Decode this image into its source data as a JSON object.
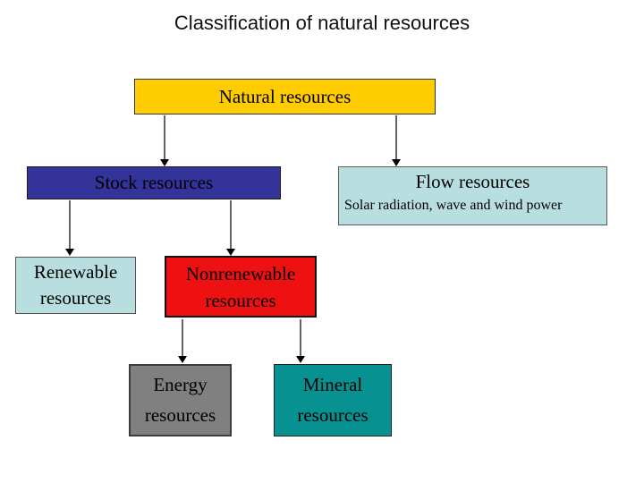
{
  "page_title": "Classification of natural resources",
  "diagram": {
    "arrow_color": "#646464",
    "nodes": {
      "natural": {
        "label": "Natural resources",
        "color": "#FFCC00",
        "text_color": "#000000"
      },
      "stock": {
        "label": "Stock resources",
        "color": "#333399",
        "text_color": "#000000"
      },
      "flow": {
        "label": "Flow resources",
        "sublabel": "Solar radiation, wave and wind power",
        "color": "#B8DEE0",
        "text_color": "#000000"
      },
      "renewable": {
        "lines": [
          "Renewable",
          "resources"
        ],
        "color": "#B8DEE0",
        "text_color": "#000000"
      },
      "nonrenewable": {
        "lines": [
          "Nonrenewable",
          "resources"
        ],
        "color": "#EE1111",
        "text_color": "#000000"
      },
      "energy": {
        "lines": [
          "Energy",
          "resources"
        ],
        "color": "#808080",
        "text_color": "#000000"
      },
      "mineral": {
        "lines": [
          "Mineral",
          "resources"
        ],
        "color": "#089191",
        "text_color": "#000000"
      }
    },
    "edges": [
      {
        "from": "Natural resources",
        "to": "Stock resources"
      },
      {
        "from": "Natural resources",
        "to": "Flow resources"
      },
      {
        "from": "Stock resources",
        "to": "Renewable resources"
      },
      {
        "from": "Stock resources",
        "to": "Nonrenewable resources"
      },
      {
        "from": "Nonrenewable resources",
        "to": "Energy resources"
      },
      {
        "from": "Nonrenewable resources",
        "to": "Mineral resources"
      }
    ]
  }
}
